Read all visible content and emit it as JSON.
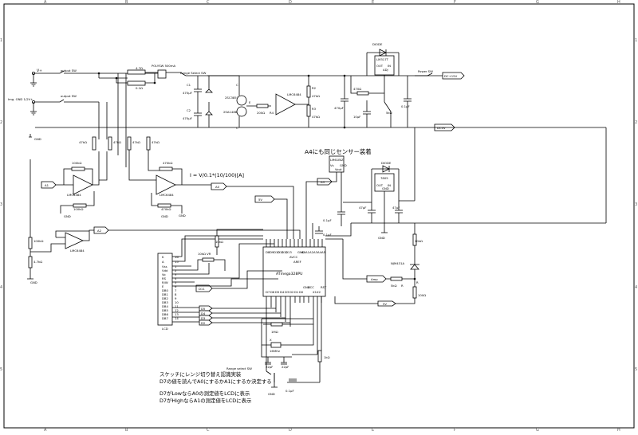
{
  "ruler": {
    "columns": [
      "A",
      "B",
      "C",
      "D",
      "E",
      "F",
      "G",
      "H"
    ],
    "rows": [
      "1",
      "2",
      "3",
      "4",
      "5"
    ]
  },
  "annotations": {
    "a4_note": "A4にも同じセンサー装着",
    "formula": "I = V/0.1*(10/100)[A]",
    "sketch_note_1": "スケッチにレンジ切り替え認識実装",
    "sketch_note_2": "D7の値を読んでA0にするかA1にするか決定する",
    "sketch_note_3": "D7がLowならA0の測定値をLCDに表示",
    "sketch_note_4": "D7がHighならA1の測定値をLCDに表示"
  },
  "inputs": {
    "v_plus": "V+",
    "img_gnd": "Img. GND 1/2V+",
    "gnd": "GND",
    "output_sw_1": "output SW",
    "output_sw_2": "output SW"
  },
  "power": {
    "polysw": "POLYSW 500mA",
    "range_select": "Range Select SW",
    "r_470": "4.7Ω",
    "r_01": "0.1Ω",
    "c1": "C1",
    "c1_val": "470μF",
    "c2": "C2",
    "c2_val": "470μF",
    "q1": "2SC3851",
    "q2": "2SA1488",
    "q_label_c": "C",
    "q_label_e": "E",
    "r4": "R4",
    "r4_val": "200Ω",
    "opamp_top": "LMC6484",
    "r2": "R2",
    "r2_val": "47kΩ",
    "r3": "R3",
    "r3_val": "47kΩ",
    "c_470": "470μF",
    "diode_top": "DIODE",
    "reg_top": "LM317T",
    "reg_top_pins": [
      "OUT",
      "ADJ",
      "IN"
    ],
    "r_470ohm": "470Ω",
    "c_10": "10μF",
    "pot_5k": "5kΩ",
    "c_01_top": "0.1μF",
    "power_sw": "Power SW",
    "dc_15v": "DC+15V",
    "dc_0v": "DC0V"
  },
  "sense": {
    "r_100k_a": "100kΩ",
    "r_100k_b": "100kΩ",
    "r_47k": [
      "47kΩ",
      "47kΩ",
      "47kΩ",
      "47kΩ"
    ],
    "r_470k_a": "470kΩ",
    "r_470k_b": "470kΩ",
    "opamp_a1": "LMC6484",
    "opamp_a0": "LMC6484",
    "opamp_a2": "LMC6484",
    "tag_a1": "A1",
    "tag_a0": "A0",
    "tag_a2": "A2",
    "tag_a3": "A3",
    "r_100k_c": "100kΩ",
    "r_47k_c": "4.7kΩ",
    "gnd": "GND"
  },
  "right": {
    "lm61": "LM61BIZ",
    "lm61_pins": [
      "Vs",
      "Vout",
      "GND"
    ],
    "diode": "DIODE",
    "reg_7805": "7805",
    "reg_7805_pins": [
      "OUT",
      "GND",
      "IN"
    ],
    "c_47_a": "47μF",
    "c_47_b": "47μF",
    "c_01_mid": "0.1μF",
    "c_01_mid2": "0.1μF",
    "gnd": "GND",
    "r_10k_a": "10kΩ",
    "r_10k_b": "10kΩ",
    "nj": "NJM431A",
    "amp": "Amp",
    "r_5k": "5kΩ",
    "r_100": "100Ω",
    "r_lbl": "R",
    "r_lbl2": "R",
    "five_v": "5V",
    "five_v_2": "5V"
  },
  "mcu": {
    "name": "ATmega328PU",
    "top_pins": [
      "D8",
      "D9",
      "D10",
      "D11",
      "D12",
      "D13",
      "AVCC",
      "AREF",
      "GND",
      "A0",
      "A1",
      "A2",
      "A3",
      "A4",
      "A5"
    ],
    "bottom_pins": [
      "D7",
      "D6",
      "D5",
      "D4",
      "D3",
      "D2",
      "D1",
      "D0",
      "GND",
      "VCC",
      "X1",
      "X2",
      "RST"
    ],
    "crystal": "16MHz",
    "x_lbl": "X",
    "r_1m": "1MΩ",
    "c_22_a": "22pF",
    "c_22_b": "22pF",
    "r_1k": "1kΩ",
    "c_01": "0.1μF",
    "gnd": "GND",
    "range_sw": "Range select SW"
  },
  "lcd": {
    "label": "LCD",
    "pin_numbers": [
      "16",
      "15",
      "1",
      "2",
      "3",
      "4",
      "5",
      "6",
      "7",
      "8",
      "9",
      "10",
      "11",
      "12",
      "13",
      "14"
    ],
    "pin_names": [
      "K",
      "A",
      "Vss",
      "Vdd",
      "Vo",
      "RS",
      "R/W",
      "E",
      "DB0",
      "DB1",
      "DB2",
      "DB3",
      "DB4",
      "DB5",
      "DB6",
      "DB7"
    ],
    "vr": "10kΩ VR",
    "tag_d11": "D11",
    "d_tags": [
      "D5",
      "D4",
      "D3",
      "D2"
    ],
    "gnd": "GND"
  }
}
